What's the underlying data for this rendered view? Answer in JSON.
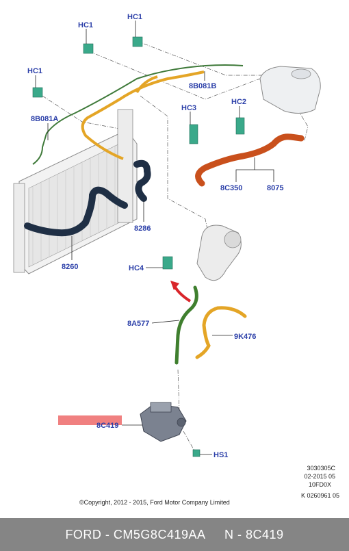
{
  "colors": {
    "callout_text": "#2a3ea8",
    "connector_green": "#3aa98a",
    "hose_black": "#1f2f45",
    "hose_orange": "#c9501c",
    "hose_yellow": "#e4a526",
    "hose_green": "#3f7f2e",
    "arrow_red": "#d9262b",
    "highlight_pink": "#f08080",
    "footer_bg": "#858585"
  },
  "callouts": {
    "hc1_a": "HC1",
    "hc1_b": "HC1",
    "hc1_c": "HC1",
    "b8b081b": "8B081B",
    "b8b081a": "8B081A",
    "hc3": "HC3",
    "hc2": "HC2",
    "c8c350": "8C350",
    "c8075": "8075",
    "c8286": "8286",
    "c8260": "8260",
    "hc4": "HC4",
    "a8a577": "8A577",
    "k9k476": "9K476",
    "c8c419": "8C419",
    "hs1": "HS1"
  },
  "ref_codes": [
    "3030305C",
    "02-2015 05",
    "10FD0X",
    "K 0260961 05"
  ],
  "copyright": "©Copyright, 2012 - 2015, Ford Motor Company Limited",
  "footer": {
    "brand_part": "FORD - CM5G8C419AA",
    "ref": "N - 8C419"
  }
}
